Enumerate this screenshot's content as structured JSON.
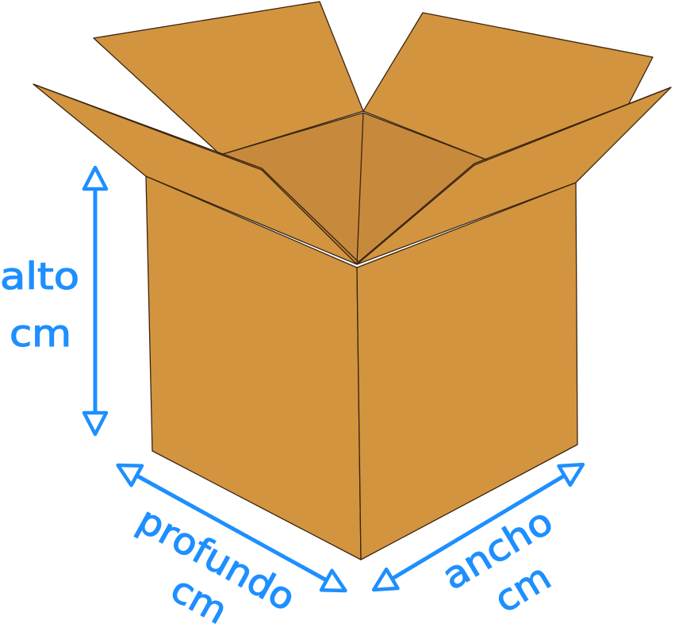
{
  "labels": {
    "height_word": "alto",
    "height_unit": "cm",
    "depth_word": "profundo",
    "depth_unit": "cm",
    "width_word": "ancho",
    "width_unit": "cm"
  },
  "colors": {
    "cardboard": "#d2943f",
    "cardboard_edge": "#3a2410",
    "inner_shadow": "#c78a3c",
    "arrow": "#1e8fff",
    "background": "#ffffff"
  },
  "icons": {
    "box": "open-cardboard-box-icon",
    "arrows": "double-headed-arrow-icon"
  }
}
